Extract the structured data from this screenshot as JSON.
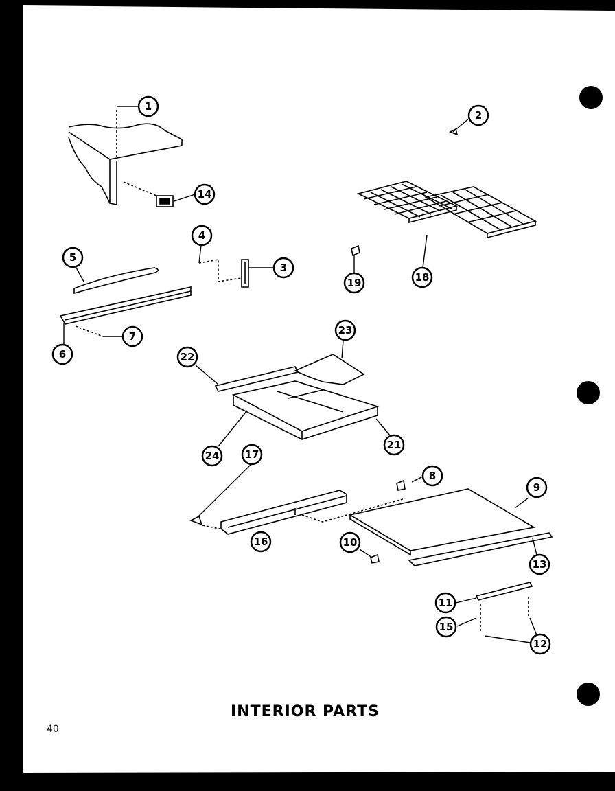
{
  "title": "INTERIOR PARTS",
  "page_number": "40",
  "callouts": {
    "c1": "1",
    "c2": "2",
    "c3": "3",
    "c4": "4",
    "c5": "5",
    "c6": "6",
    "c7": "7",
    "c8": "8",
    "c9": "9",
    "c10": "10",
    "c11": "11",
    "c12": "12",
    "c13": "13",
    "c14": "14",
    "c15": "15",
    "c16": "16",
    "c17": "17",
    "c18": "18",
    "c19": "19",
    "c21": "21",
    "c22": "22",
    "c23": "23",
    "c24": "24"
  }
}
